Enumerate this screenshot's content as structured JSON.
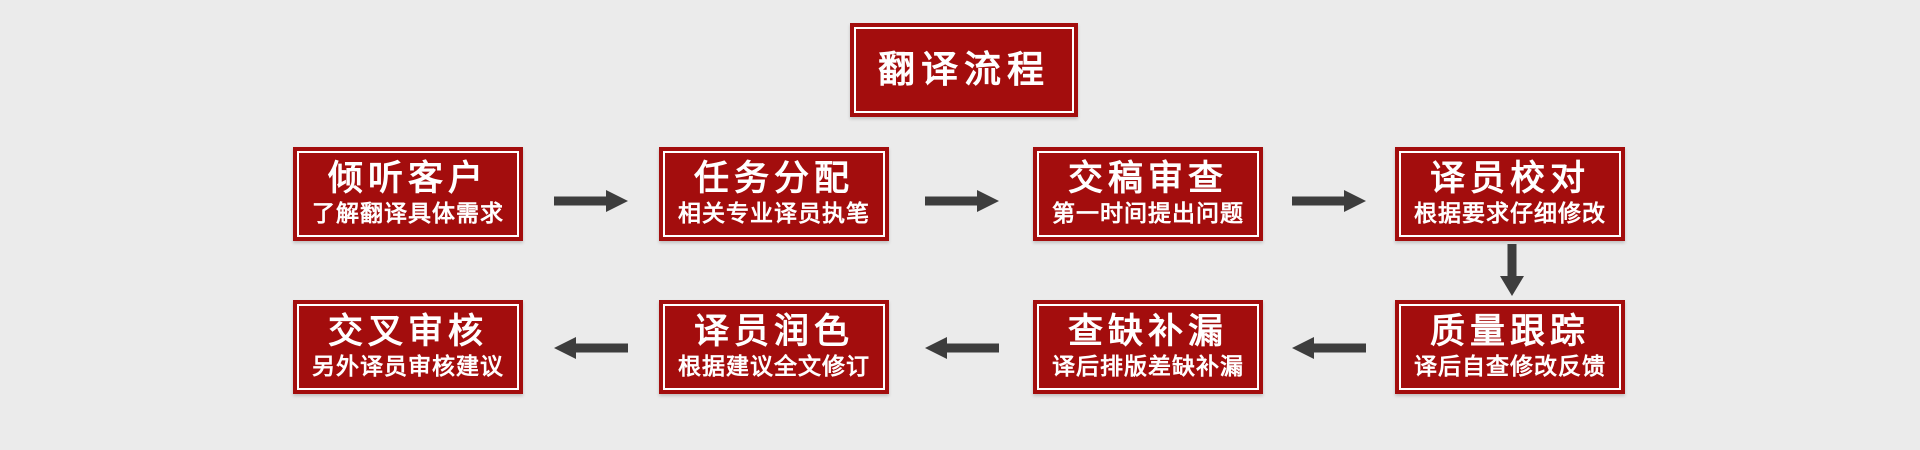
{
  "colors": {
    "box_red": "#a30d0d",
    "arrow_gray": "#3d3d3d",
    "page_bg": "#ebebeb",
    "text_white": "#ffffff"
  },
  "title": {
    "label": "翻译流程"
  },
  "flow": {
    "top_row_flow": "left-to-right",
    "bottom_row_flow": "right-to-left",
    "top_row": [
      {
        "heading": "倾听客户",
        "subtitle": "了解翻译具体需求"
      },
      {
        "heading": "任务分配",
        "subtitle": "相关专业译员执笔"
      },
      {
        "heading": "交稿审查",
        "subtitle": "第一时间提出问题"
      },
      {
        "heading": "译员校对",
        "subtitle": "根据要求仔细修改"
      }
    ],
    "bottom_row": [
      {
        "heading": "交叉审核",
        "subtitle": "另外译员审核建议"
      },
      {
        "heading": "译员润色",
        "subtitle": "根据建议全文修订"
      },
      {
        "heading": "查缺补漏",
        "subtitle": "译后排版差缺补漏"
      },
      {
        "heading": "质量跟踪",
        "subtitle": "译后自查修改反馈"
      }
    ]
  }
}
